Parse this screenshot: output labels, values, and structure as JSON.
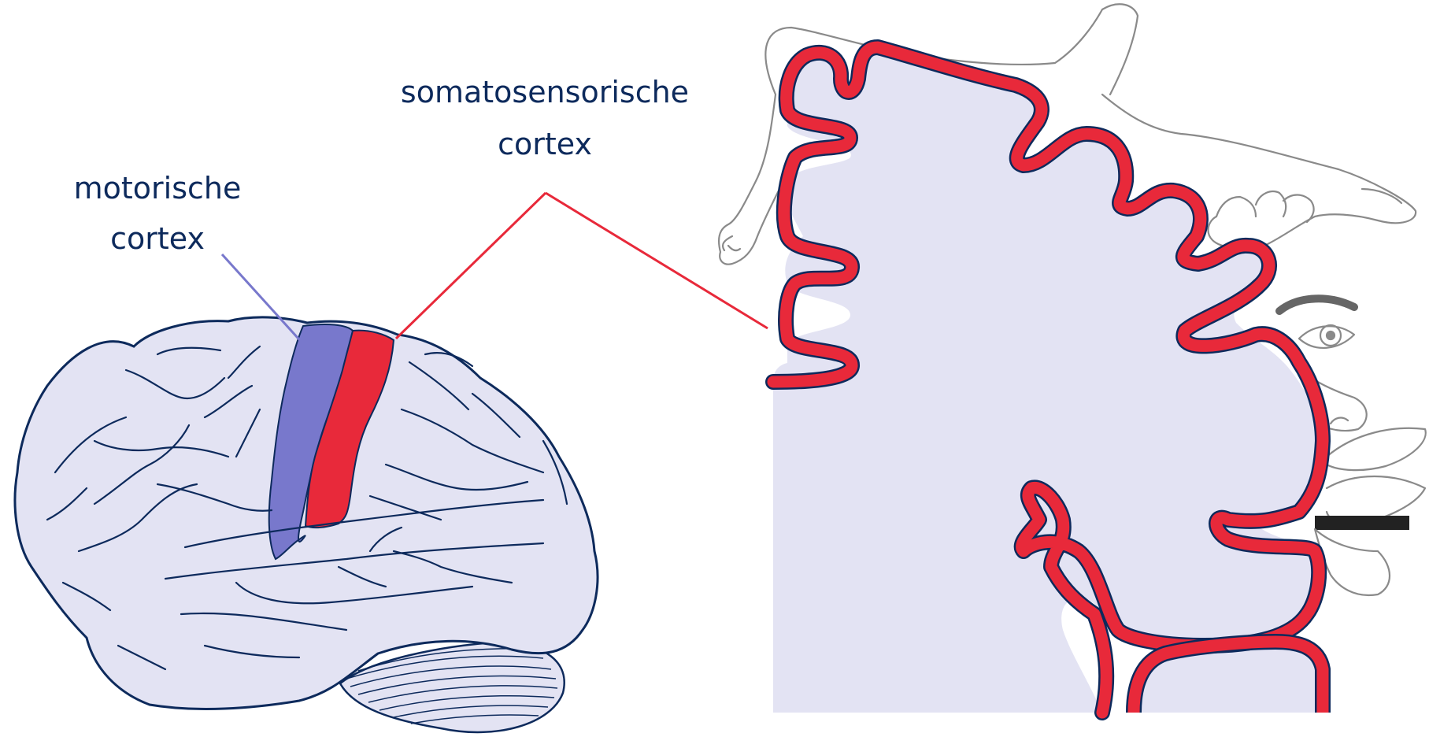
{
  "labels": {
    "motor_line1": "motorische",
    "motor_line2": "cortex",
    "somato_line1": "somatosensorische",
    "somato_line2": "cortex"
  },
  "colors": {
    "brain_fill": "#e3e3f3",
    "outline": "#0d2a5c",
    "motor_cortex": "#7878cc",
    "somatosensory_cortex": "#e8293a",
    "sketch": "#8a8a8a",
    "background": "#ffffff"
  },
  "icons": [
    "leg-sketch-icon",
    "hand-sketch-icon",
    "eye-sketch-icon",
    "nose-sketch-icon",
    "mouth-sketch-icon"
  ]
}
